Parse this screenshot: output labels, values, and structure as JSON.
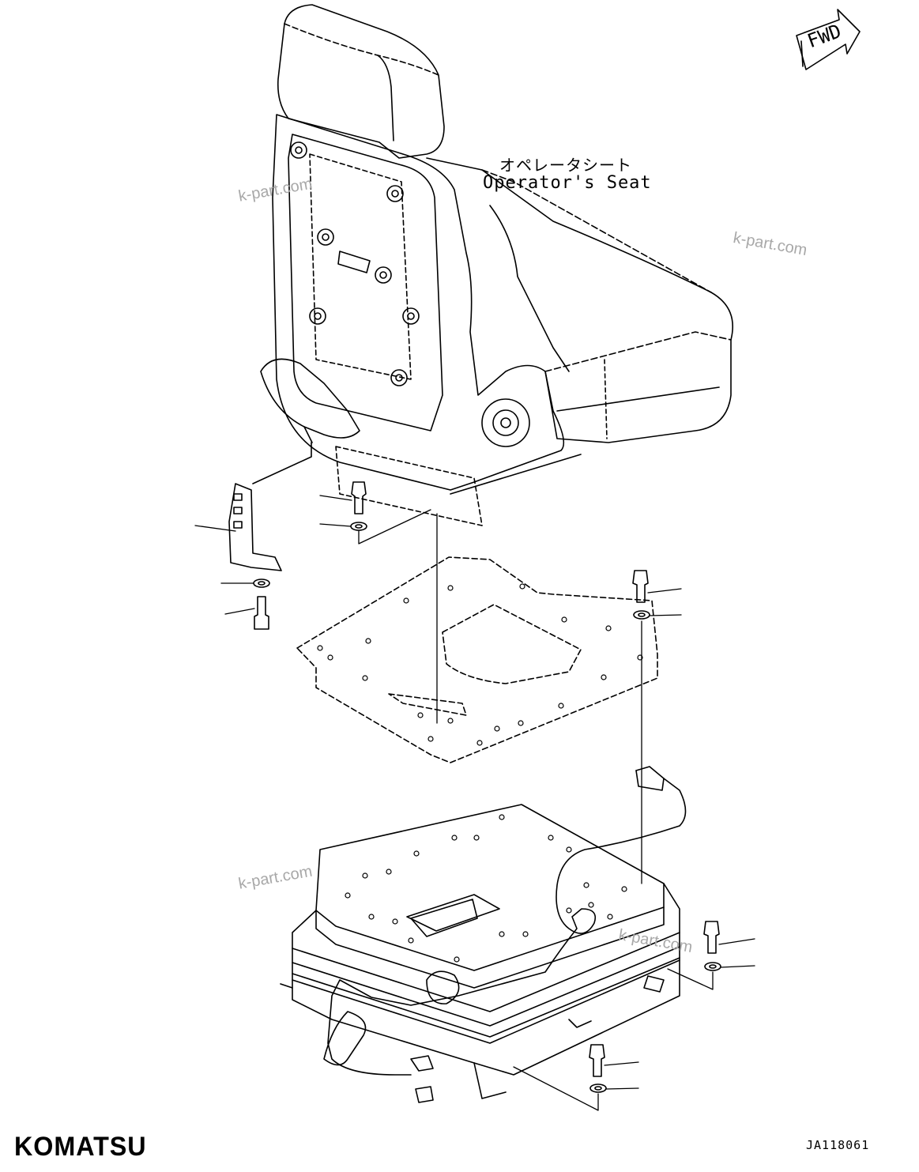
{
  "diagram": {
    "label_jp": "オペレータシート",
    "label_en": "Operator's Seat",
    "direction_label": "FWD",
    "brand": "KOMATSU",
    "drawing_code": "JA118061",
    "watermarks": [
      "k-part.com",
      "k-part.com",
      "k-part.com",
      "k-part.com"
    ]
  },
  "colors": {
    "line": "#000000",
    "watermark": "#a8a8a8",
    "background": "#ffffff"
  }
}
